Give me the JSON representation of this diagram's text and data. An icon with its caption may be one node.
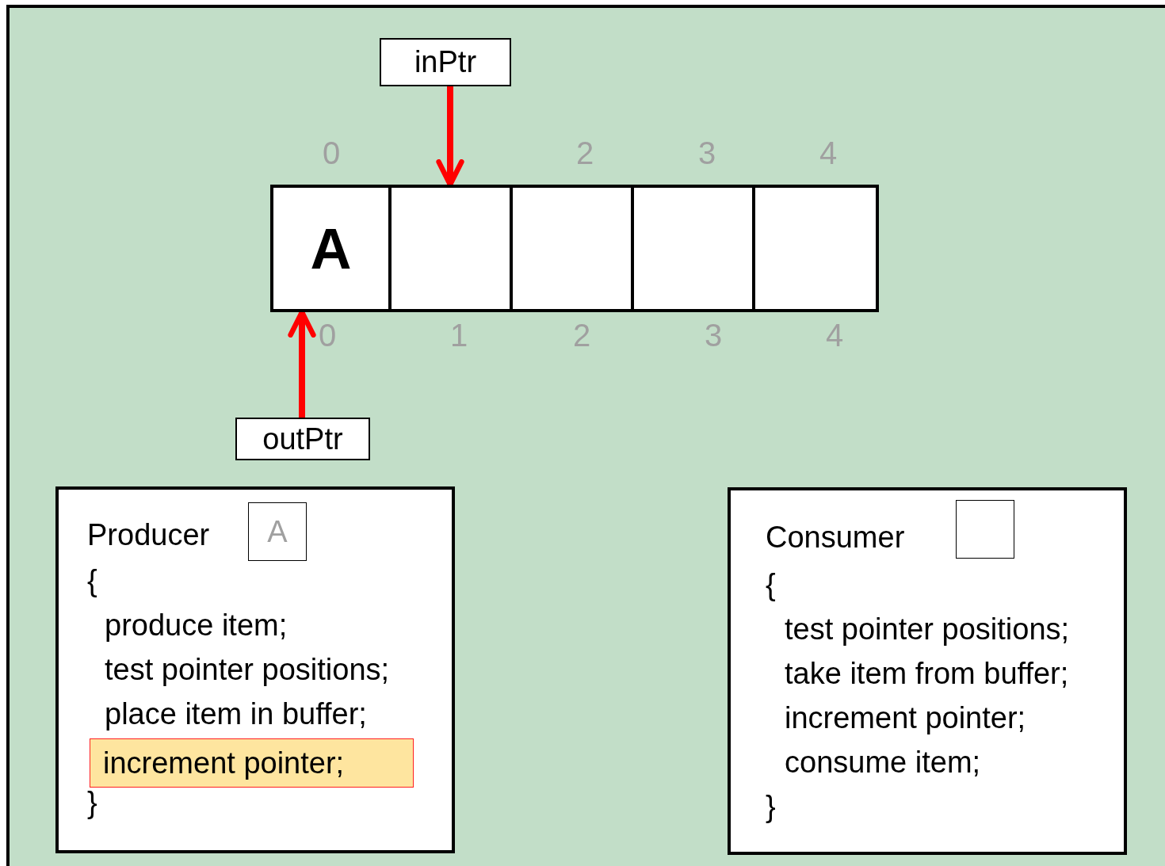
{
  "diagram": {
    "nodes": [
      {
        "text": [
          "inPtr"
        ]
      },
      {
        "text": [
          "outPtr"
        ]
      },
      {
        "text": [
          "A"
        ]
      },
      {
        "text": [],
        "shape": "box"
      },
      {
        "text": [],
        "shape": "box"
      },
      {
        "text": [],
        "shape": "box"
      },
      {
        "text": [],
        "shape": "box"
      },
      {
        "text": [
          "Producer",
          "{",
          "produce item;",
          "test pointer positions;",
          "place item in buffer;",
          "}"
        ]
      },
      {
        "text": [
          "A"
        ],
        "in": 7
      },
      {
        "text": [
          "increment pointer;"
        ],
        "in": 7
      },
      {
        "text": [
          "Consumer",
          "{",
          "test pointer positions;",
          "take item from buffer;",
          "increment pointer;",
          "consume item;",
          "}"
        ]
      },
      {
        "text": [],
        "shape": "box",
        "in": 10
      }
    ],
    "edges": [
      {
        "from": 0,
        "to": 3,
        "arrow": "to"
      },
      {
        "from": 1,
        "to": 2,
        "arrow": "to"
      }
    ],
    "labels": [
      "0",
      "2",
      "3",
      "4",
      "0",
      "1",
      "2",
      "3",
      "4"
    ]
  }
}
